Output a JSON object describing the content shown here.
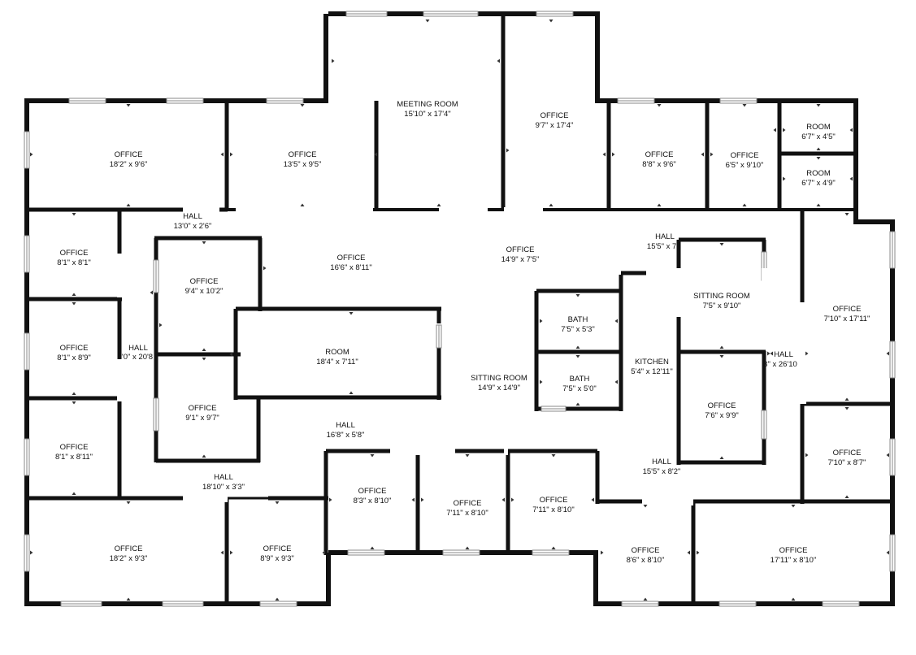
{
  "rooms": [
    {
      "id": "office-nw",
      "name": "OFFICE",
      "dims": "18'2\" x 9'6\""
    },
    {
      "id": "office-n2",
      "name": "OFFICE",
      "dims": "13'5\" x 9'5\""
    },
    {
      "id": "meeting-room",
      "name": "MEETING ROOM",
      "dims": "15'10\" x 17'4\""
    },
    {
      "id": "office-n3",
      "name": "OFFICE",
      "dims": "9'7\" x 17'4\""
    },
    {
      "id": "office-n4",
      "name": "OFFICE",
      "dims": "8'8\" x 9'6\""
    },
    {
      "id": "office-n5",
      "name": "OFFICE",
      "dims": "6'5\" x 9'10\""
    },
    {
      "id": "room-ne1",
      "name": "ROOM",
      "dims": "6'7\" x 4'5\""
    },
    {
      "id": "room-ne2",
      "name": "ROOM",
      "dims": "6'7\" x 4'9\""
    },
    {
      "id": "hall-n",
      "name": "HALL",
      "dims": "13'0\" x 2'6\""
    },
    {
      "id": "office-w1",
      "name": "OFFICE",
      "dims": "8'1\" x 8'1\""
    },
    {
      "id": "office-w2",
      "name": "OFFICE",
      "dims": "8'1\" x 8'9\""
    },
    {
      "id": "office-w3",
      "name": "OFFICE",
      "dims": "8'1\" x 8'11\""
    },
    {
      "id": "hall-w",
      "name": "HALL",
      "dims": "'0\" x 20'8"
    },
    {
      "id": "office-c1",
      "name": "OFFICE",
      "dims": "9'4\" x 10'2\""
    },
    {
      "id": "office-c2",
      "name": "OFFICE",
      "dims": "9'1\" x 9'7\""
    },
    {
      "id": "office-open1",
      "name": "OFFICE",
      "dims": "16'6\" x 8'11\""
    },
    {
      "id": "room-c",
      "name": "ROOM",
      "dims": "18'4\" x 7'11\""
    },
    {
      "id": "office-open2",
      "name": "OFFICE",
      "dims": "14'9\" x 7'5\""
    },
    {
      "id": "sitting-room-c",
      "name": "SITTING ROOM",
      "dims": "14'9\" x 14'9\""
    },
    {
      "id": "bath-1",
      "name": "BATH",
      "dims": "7'5\" x 5'3\""
    },
    {
      "id": "bath-2",
      "name": "BATH",
      "dims": "7'5\" x 5'0\""
    },
    {
      "id": "kitchen",
      "name": "KITCHEN",
      "dims": "5'4\" x 12'11\""
    },
    {
      "id": "hall-ne",
      "name": "HALL",
      "dims": "15'5\" x 7'"
    },
    {
      "id": "sitting-room-e",
      "name": "SITTING ROOM",
      "dims": "7'5\" x 9'10\""
    },
    {
      "id": "office-e1",
      "name": "OFFICE",
      "dims": "7'6\" x 9'9\""
    },
    {
      "id": "hall-e",
      "name": "HALL",
      "dims": "3\" x 26'10"
    },
    {
      "id": "office-e2",
      "name": "OFFICE",
      "dims": "7'10\" x 17'11\""
    },
    {
      "id": "office-e3",
      "name": "OFFICE",
      "dims": "7'10\" x 8'7\""
    },
    {
      "id": "hall-s",
      "name": "HALL",
      "dims": "16'8\" x 5'8\""
    },
    {
      "id": "hall-sw",
      "name": "HALL",
      "dims": "18'10\" x 3'3\""
    },
    {
      "id": "hall-se",
      "name": "HALL",
      "dims": "15'5\" x 8'2\""
    },
    {
      "id": "office-s1",
      "name": "OFFICE",
      "dims": "8'3\" x 8'10\""
    },
    {
      "id": "office-s2",
      "name": "OFFICE",
      "dims": "7'11\" x 8'10\""
    },
    {
      "id": "office-s3",
      "name": "OFFICE",
      "dims": "7'11\" x 8'10\""
    },
    {
      "id": "office-sw1",
      "name": "OFFICE",
      "dims": "18'2\" x 9'3\""
    },
    {
      "id": "office-sw2",
      "name": "OFFICE",
      "dims": "8'9\" x 9'3\""
    },
    {
      "id": "office-se1",
      "name": "OFFICE",
      "dims": "8'6\" x 8'10\""
    },
    {
      "id": "office-se2",
      "name": "OFFICE",
      "dims": "17'11\" x 8'10\""
    }
  ]
}
